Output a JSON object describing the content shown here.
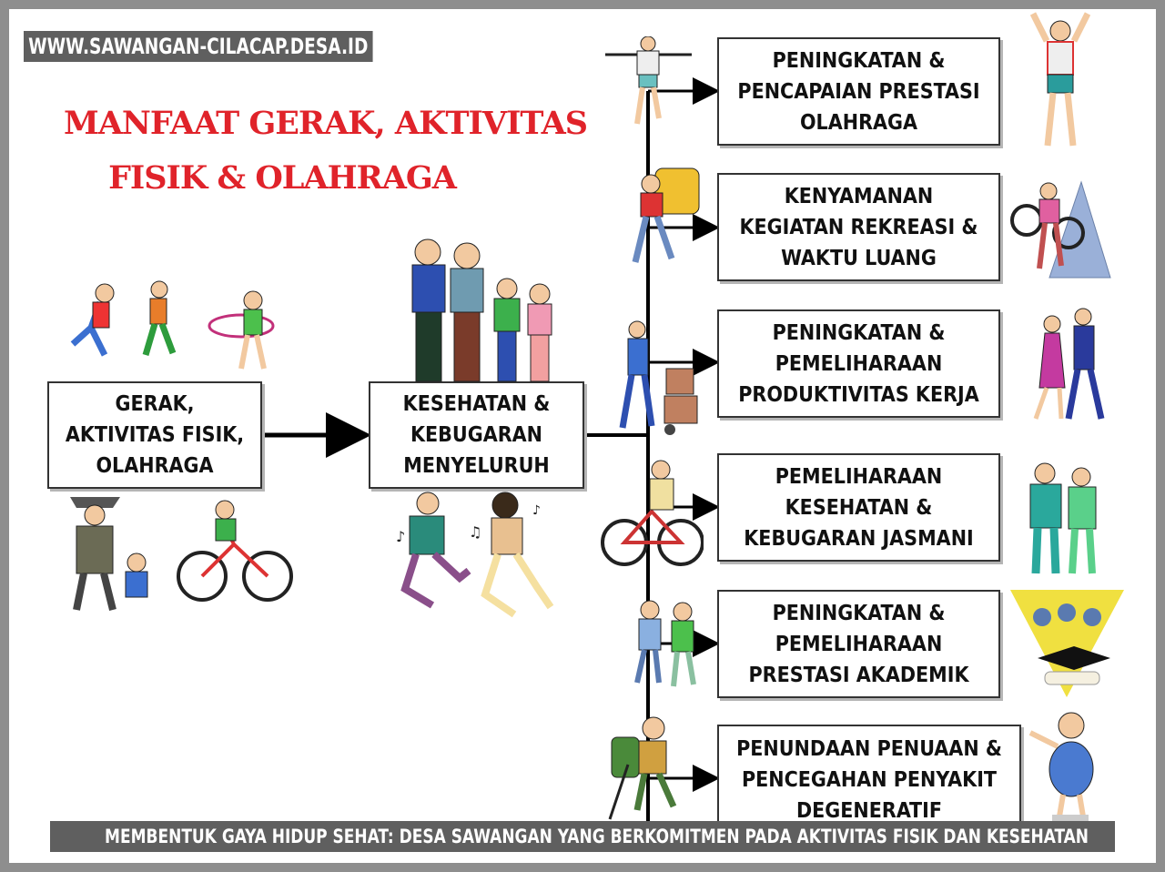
{
  "watermark": "WWW.SAWANGAN-CILACAP.DESA.ID",
  "title_lines": [
    "MANFAAT GERAK, AKTIVITAS",
    "FISIK & OLAHRAGA"
  ],
  "source_box": "GERAK,\nAKTIVITAS FISIK,\nOLAHRAGA",
  "middle_box": "KESEHATAN &\nKEBUGARAN\nMENYELURUH",
  "benefits": [
    "PENINGKATAN &\nPENCAPAIAN  PRESTASI\nOLAHRAGA",
    "KENYAMANAN\nKEGIATAN REKREASI &\nWAKTU LUANG",
    "PENINGKATAN &\nPEMELIHARAAN\nPRODUKTIVITAS KERJA",
    "PEMELIHARAAN\nKESEHATAN &\nKEBUGARAN JASMANI",
    "PENINGKATAN &\nPEMELIHARAAN\nPRESTASI AKADEMIK",
    "PENUNDAAN PENUAAN &\nPENCEGAHAN PENYAKIT\nDEGENERATIF"
  ],
  "caption": "MEMBENTUK GAYA HIDUP SEHAT: DESA SAWANGAN YANG BERKOMITMEN PADA AKTIVITAS FISIK DAN KESEHATAN",
  "colors": {
    "title": "#e0232a",
    "box_border": "#333333",
    "overlay_bar": "#5f5f5f",
    "page_frame": "#8e8e8e"
  },
  "icons": [
    "runner-icon",
    "cyclist-icon",
    "hula-hoop-icon",
    "family-icon",
    "dancer-icon",
    "hiker-icon",
    "worker-icon",
    "business-people-icon",
    "students-icon",
    "graduation-cap-icon",
    "elderly-person-icon"
  ]
}
